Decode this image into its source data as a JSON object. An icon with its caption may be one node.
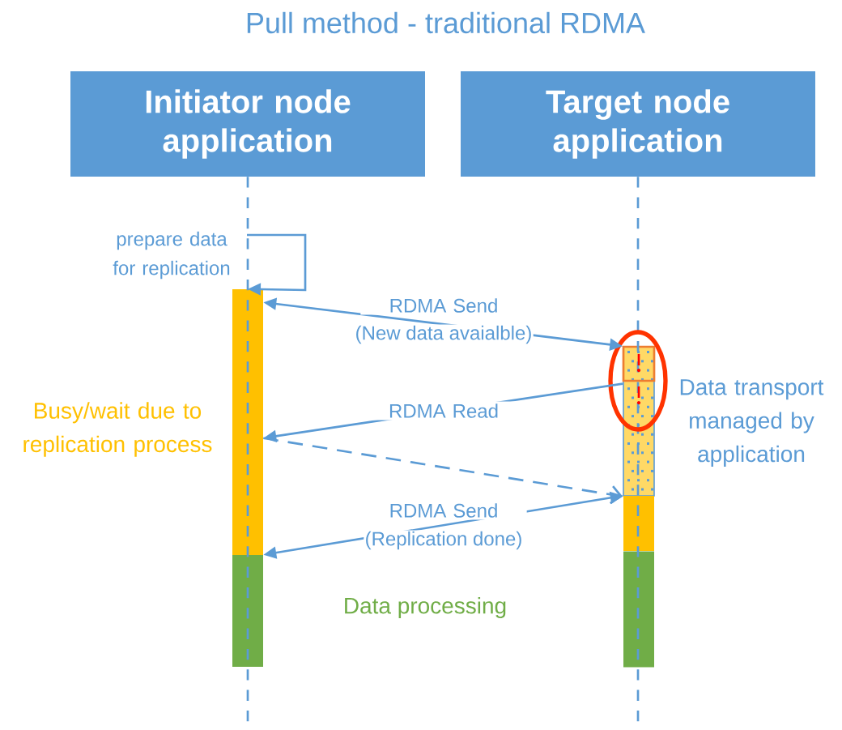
{
  "diagram": {
    "title": "Pull method - traditional RDMA",
    "nodes": [
      {
        "text": [
          "Initiator node application"
        ]
      },
      {
        "text": [
          "Target node application"
        ]
      },
      {
        "text": [],
        "shape": "bar",
        "beside": [
          "Busy/wait due to replication process"
        ]
      },
      {
        "text": [],
        "shape": "bar"
      },
      {
        "text": [],
        "shape": "bar",
        "beside": [
          "Data transport managed by application"
        ]
      },
      {
        "text": [],
        "shape": "bar"
      },
      {
        "text": [],
        "shape": "bar"
      }
    ],
    "edges": [
      {
        "from": null,
        "to": 2,
        "arrow": "to",
        "label": "prepare data for replication"
      },
      {
        "from": 2,
        "to": 4,
        "arrow": "both",
        "label": "RDMA Send"
      },
      {
        "from": 4,
        "to": 2,
        "arrow": "to",
        "label": "RDMA Read"
      },
      {
        "from": 2,
        "to": 4,
        "arrow": "to",
        "style": "dashed"
      },
      {
        "from": 3,
        "to": 5,
        "arrow": "both",
        "label": "RDMA Send"
      }
    ],
    "labels": [
      "(New data avaialble)",
      "(Replication done)",
      "Data processing"
    ]
  }
}
